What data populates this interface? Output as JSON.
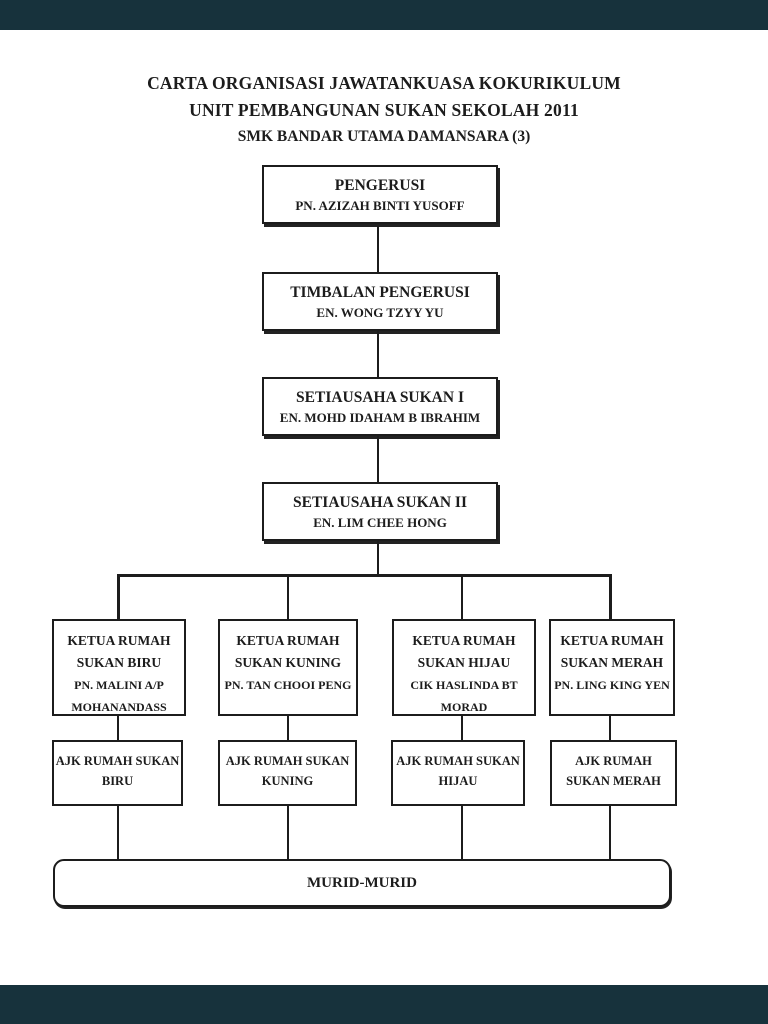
{
  "colors": {
    "viewer_background": "#17323c",
    "page_background": "#ffffff",
    "ink": "#1c1c1c"
  },
  "title": {
    "line1": "CARTA ORGANISASI JAWATANKUASA KOKURIKULUM",
    "line2": "UNIT PEMBANGUNAN SUKAN SEKOLAH 2011",
    "line3": "SMK BANDAR UTAMA DAMANSARA (3)"
  },
  "chart": {
    "chain": [
      {
        "role": "PENGERUSI",
        "name": "PN. AZIZAH BINTI YUSOFF"
      },
      {
        "role": "TIMBALAN PENGERUSI",
        "name": "EN. WONG TZYY YU"
      },
      {
        "role": "SETIAUSAHA SUKAN I",
        "name": "EN. MOHD IDAHAM B IBRAHIM"
      },
      {
        "role": "SETIAUSAHA SUKAN II",
        "name": "EN. LIM CHEE HONG"
      }
    ],
    "houses": [
      {
        "role": "KETUA RUMAH SUKAN BIRU",
        "name": "PN. MALINI A/P MOHANANDASS",
        "ajk": "AJK RUMAH SUKAN BIRU"
      },
      {
        "role": "KETUA RUMAH SUKAN KUNING",
        "name": "PN. TAN CHOOI PENG",
        "ajk": "AJK RUMAH SUKAN KUNING"
      },
      {
        "role": "KETUA RUMAH SUKAN HIJAU",
        "name": "CIK HASLINDA BT MORAD",
        "ajk": "AJK RUMAH SUKAN HIJAU"
      },
      {
        "role": "KETUA RUMAH SUKAN MERAH",
        "name": "PN. LING KING YEN",
        "ajk": "AJK RUMAH SUKAN MERAH"
      }
    ],
    "bottom": "MURID-MURID"
  }
}
